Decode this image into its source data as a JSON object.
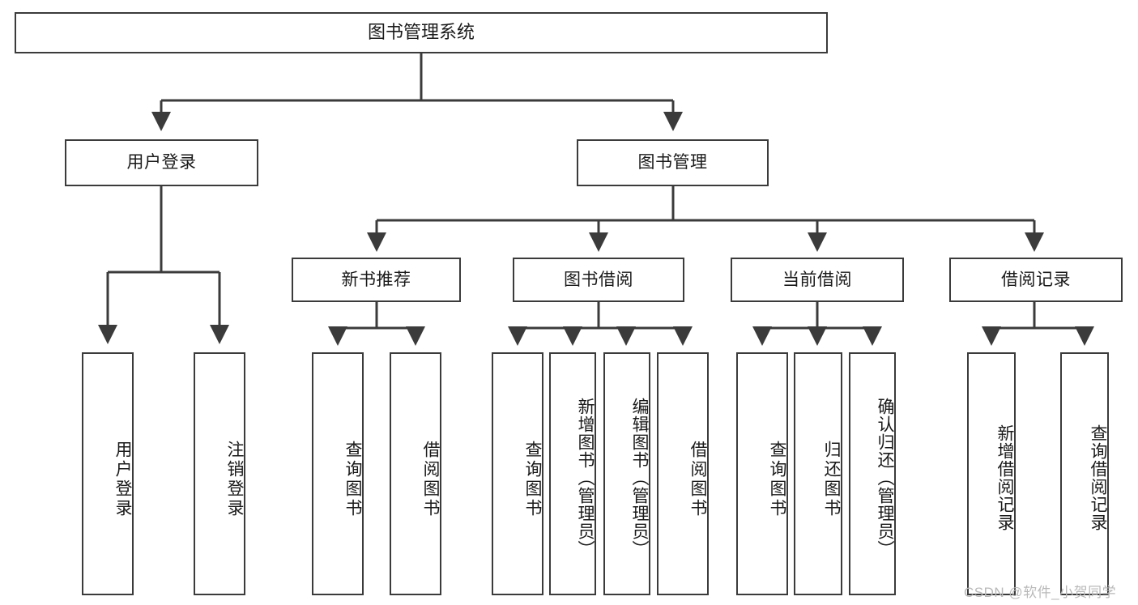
{
  "diagram": {
    "title": "图书管理系统",
    "type": "hierarchy-tree",
    "root": {
      "label": "图书管理系统"
    },
    "level2": [
      {
        "label": "用户登录"
      },
      {
        "label": "图书管理"
      }
    ],
    "level3": [
      {
        "label": "新书推荐"
      },
      {
        "label": "图书借阅"
      },
      {
        "label": "当前借阅"
      },
      {
        "label": "借阅记录"
      }
    ],
    "leaves": {
      "user_login": [
        {
          "label": "用户登录"
        },
        {
          "label": "注销登录"
        }
      ],
      "new_book_recommend": [
        {
          "label": "查询图书"
        },
        {
          "label": "借阅图书"
        }
      ],
      "book_borrow": [
        {
          "label": "查询图书"
        },
        {
          "label": "新增图书（管理员）"
        },
        {
          "label": "编辑图书（管理员）"
        },
        {
          "label": "借阅图书"
        }
      ],
      "current_borrow": [
        {
          "label": "查询图书"
        },
        {
          "label": "归还图书"
        },
        {
          "label": "确认归还（管理员）"
        }
      ],
      "borrow_record": [
        {
          "label": "新增借阅记录"
        },
        {
          "label": "查询借阅记录"
        }
      ]
    }
  },
  "watermark": {
    "text": "CSDN @软件_小贺同学"
  },
  "colors": {
    "stroke": "#3b3b3b",
    "fill": "#ffffff",
    "text": "#1a1a1a",
    "watermark": "#b9b9b9"
  }
}
